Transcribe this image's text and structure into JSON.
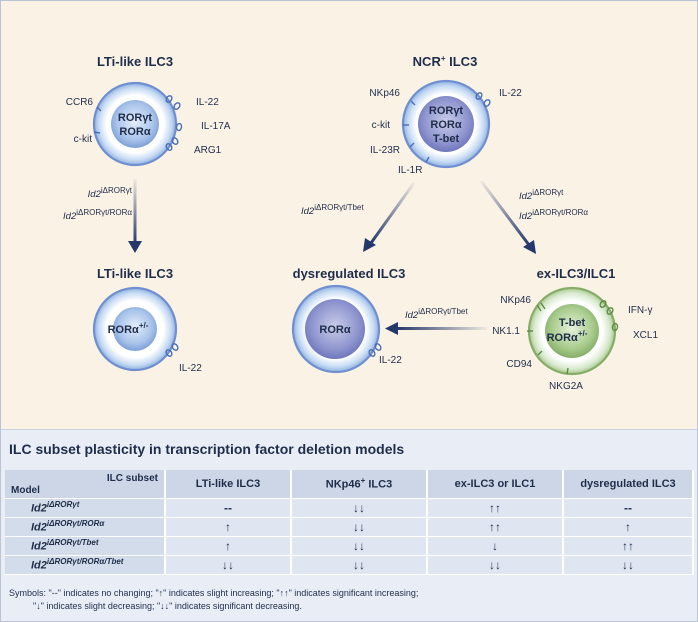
{
  "diagram": {
    "cells": {
      "lti_top": {
        "title": "LTi-like ILC3",
        "core_line1": "RORγt",
        "core_line2": "RORα",
        "markers": [
          "CCR6",
          "c-kit",
          "IL-22",
          "IL-17A",
          "ARG1"
        ]
      },
      "ncr": {
        "title_main": "NCR",
        "title_sup": "+",
        "title_rest": " ILC3",
        "core_line1": "RORγt",
        "core_line2": "RORα",
        "core_line3": "T-bet",
        "markers": [
          "NKp46",
          "c-kit",
          "IL-23R",
          "IL-1R",
          "IL-22"
        ]
      },
      "lti_bottom": {
        "title": "LTi-like ILC3",
        "core_main": "RORα",
        "core_sup": "+/-",
        "markers": [
          "IL-22"
        ]
      },
      "dysregulated": {
        "title": "dysregulated ILC3",
        "core": "RORα",
        "markers": [
          "IL-22"
        ]
      },
      "ex_ilc3": {
        "title": "ex-ILC3/ILC1",
        "core_line1": "T-bet",
        "core_line2_main": "RORα",
        "core_line2_sup": "+/-",
        "markers": [
          "NKp46",
          "NK1.1",
          "CD94",
          "NKG2A",
          "IFN-γ",
          "XCL1"
        ]
      }
    },
    "arrows": {
      "lti": [
        {
          "base": "Id2",
          "sup": "iΔRORγt"
        },
        {
          "base": "Id2",
          "sup": "iΔRORγt/RORα"
        }
      ],
      "to_dysregulated": [
        {
          "base": "Id2",
          "sup": "iΔRORγt/Tbet"
        }
      ],
      "to_ex": [
        {
          "base": "Id2",
          "sup": "iΔRORγt"
        },
        {
          "base": "Id2",
          "sup": "iΔRORγt/RORα"
        }
      ],
      "ex_to_dysregulated": [
        {
          "base": "Id2",
          "sup": "iΔRORγt/Tbet"
        }
      ]
    }
  },
  "table": {
    "title": "ILC subset plasticity in transcription factor deletion models",
    "corner_model": "Model",
    "corner_subset": "ILC subset",
    "columns": [
      {
        "main": "LTi-like ILC3",
        "sup": ""
      },
      {
        "main": "NKp46",
        "sup": "+",
        "rest": " ILC3"
      },
      {
        "main": "ex-ILC3 or ILC1",
        "sup": ""
      },
      {
        "main": "dysregulated ILC3",
        "sup": ""
      }
    ],
    "rows": [
      {
        "model_base": "Id2",
        "model_sup": "iΔRORγt",
        "cells": [
          "--",
          "↓↓",
          "↑↑",
          "--"
        ]
      },
      {
        "model_base": "Id2",
        "model_sup": "iΔRORγt/RORα",
        "cells": [
          "↑",
          "↓↓",
          "↑↑",
          "↑"
        ]
      },
      {
        "model_base": "Id2",
        "model_sup": "iΔRORγt/Tbet",
        "cells": [
          "↑",
          "↓↓",
          "↓",
          "↑↑"
        ]
      },
      {
        "model_base": "Id2",
        "model_sup": "iΔRORγt/RORα/Tbet",
        "cells": [
          "↓↓",
          "↓↓",
          "↓↓",
          "↓↓"
        ]
      }
    ],
    "legend": [
      "Symbols: \"--\" indicates no changing; \"↑\" indicates slight increasing; \"↑↑\" indicates significant increasing;",
      "\"↓\" indicates slight decreasing; \"↓↓\" indicates significant decreasing."
    ]
  },
  "colors": {
    "background": "#fbf2e6",
    "cell_blue": "#6f8fd0",
    "cell_dark_blue": "#5f6fb8",
    "cell_green": "#86ad68",
    "arrow": "#24386b",
    "panel": "#e9eef6"
  }
}
